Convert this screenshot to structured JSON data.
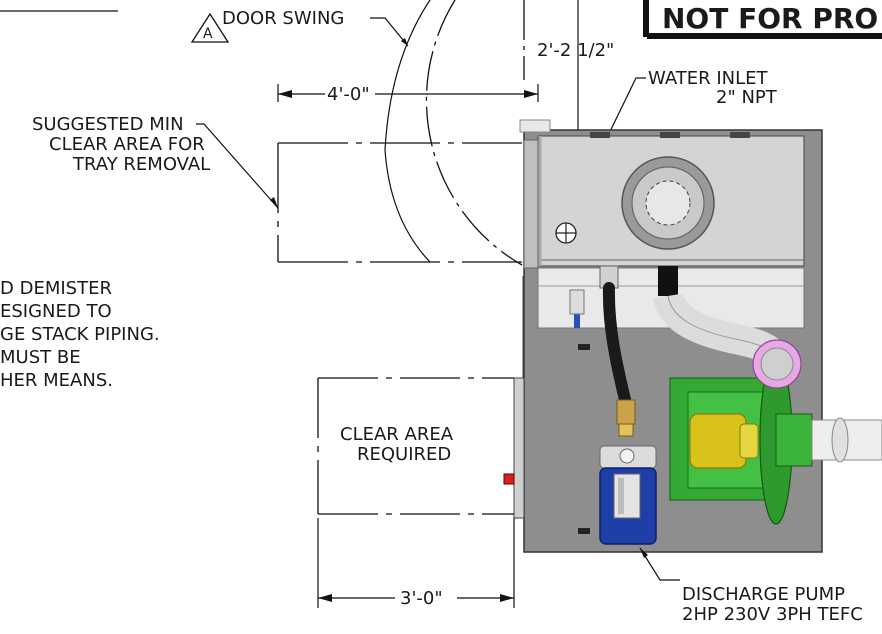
{
  "stamp": {
    "text": "NOT FOR PRO"
  },
  "revision_marker": "A",
  "labels": {
    "door_swing": "DOOR SWING",
    "dim_2_2": "2'-2 1/2\"",
    "dim_4_0": "4'-0\"",
    "dim_3_0": "3'-0\"",
    "water_inlet_line1": "WATER INLET",
    "water_inlet_line2": "2\" NPT",
    "clear_area_tray_line1": "SUGGESTED MIN",
    "clear_area_tray_line2": "CLEAR AREA FOR",
    "clear_area_tray_line3": "TRAY REMOVAL",
    "clear_area_req_line1": "CLEAR AREA",
    "clear_area_req_line2": "REQUIRED",
    "discharge_pump_line1": "DISCHARGE PUMP",
    "discharge_pump_line2": "2HP 230V 3PH TEFC"
  },
  "note_lines": [
    "D DEMISTER",
    "ESIGNED TO",
    "GE STACK PIPING.",
    "MUST BE",
    "HER MEANS."
  ],
  "colors": {
    "cabinet": "#8e8e8e",
    "panel_light": "#d4d4d4",
    "motor_yellow": "#d9c21a",
    "fan_green": "#2e9a2e",
    "pump_blue": "#1f3fa8",
    "fitting_brass": "#caa24a",
    "pipe_white": "#eeeeee",
    "flange_pink": "#d89ad6",
    "indicator_red": "#d42020"
  }
}
